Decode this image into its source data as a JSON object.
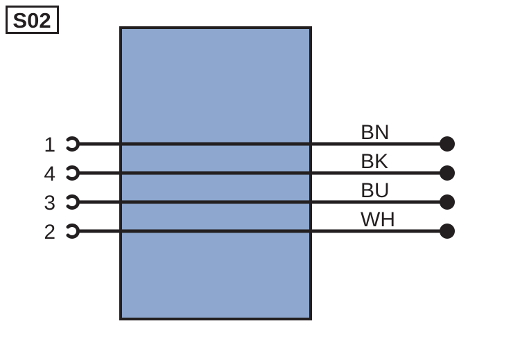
{
  "component": {
    "label": "S02"
  },
  "wires": [
    {
      "pin": "1",
      "color_code": "BN"
    },
    {
      "pin": "4",
      "color_code": "BK"
    },
    {
      "pin": "3",
      "color_code": "BU"
    },
    {
      "pin": "2",
      "color_code": "WH"
    }
  ],
  "colors": {
    "body_fill": "#8DA7CE",
    "line_black": "#231F20",
    "background": "#FFFFFF"
  }
}
